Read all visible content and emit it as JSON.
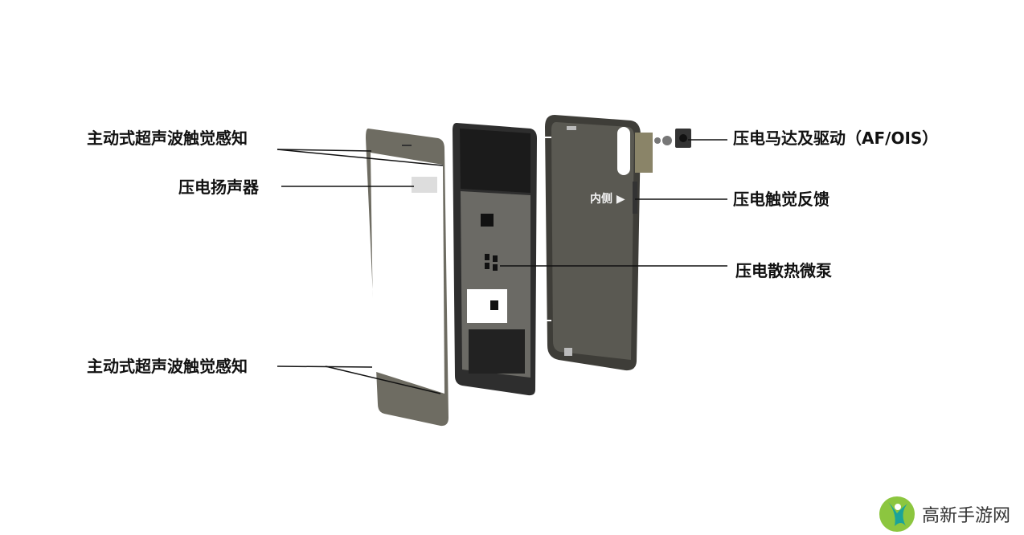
{
  "labels": {
    "top_left": "主动式超声波触觉感知",
    "speaker": "压电扬声器",
    "bottom_left": "主动式超声波触觉感知",
    "motor": "压电马达及驱动（AF/OIS）",
    "haptic": "压电触觉反馈",
    "pump": "压电散热微泵",
    "inner_side": "内侧 ▶"
  },
  "watermark": {
    "text": "高新手游网",
    "logo_colors": [
      "#8cc63f",
      "#1aa39a"
    ]
  }
}
